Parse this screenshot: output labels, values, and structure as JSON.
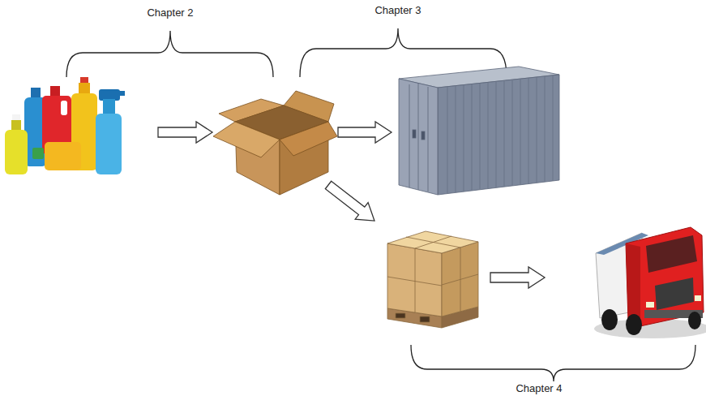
{
  "diagram": {
    "labels": [
      "Chapter 2",
      "Chapter 3",
      "Chapter 4"
    ]
  }
}
